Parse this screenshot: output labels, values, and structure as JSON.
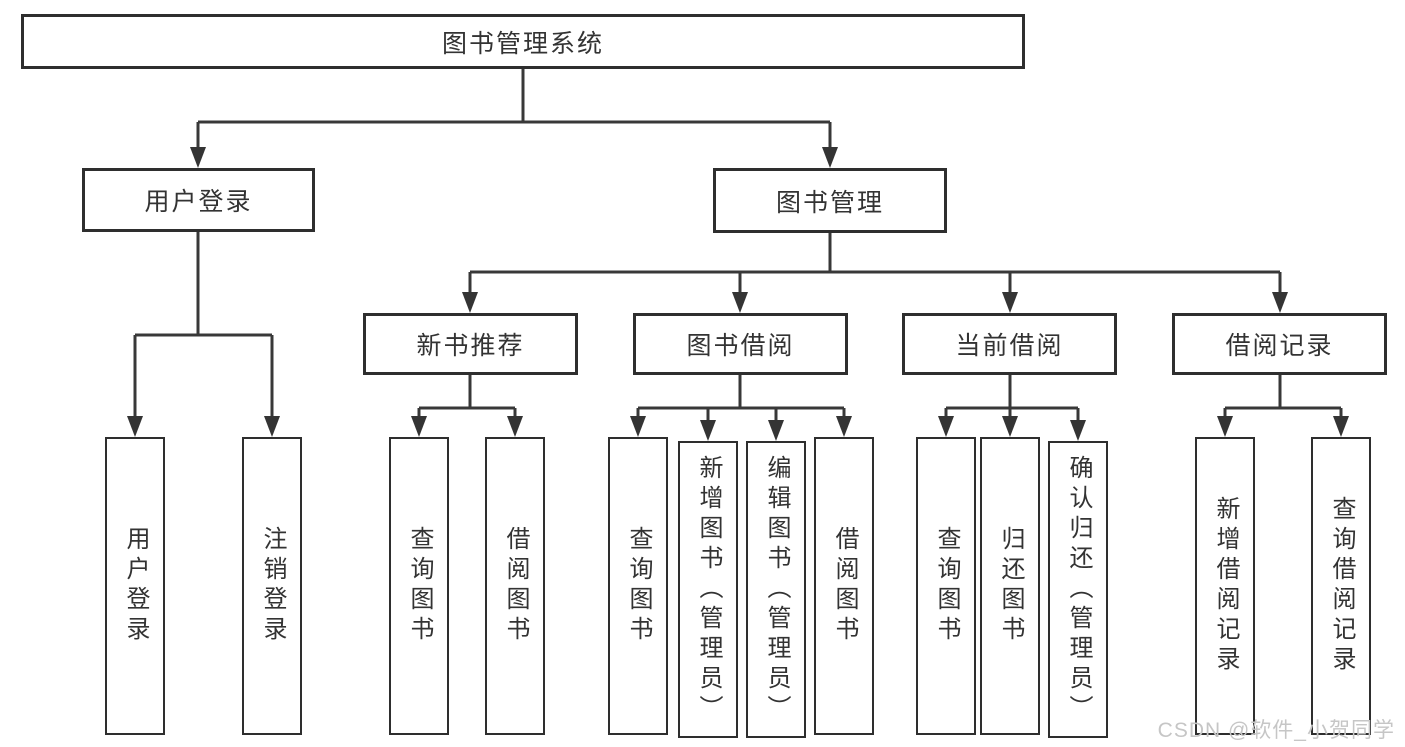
{
  "diagram": {
    "watermark": "CSDN @软件_小贺同学",
    "colors": {
      "background": "#ffffff",
      "line": "#383838",
      "box_border": "#2e2e2e",
      "text": "#333333",
      "watermark": "#c6c6c6"
    },
    "tree": {
      "label": "图书管理系统",
      "children": [
        {
          "label": "用户登录",
          "children": [
            {
              "label": "用户登录"
            },
            {
              "label": "注销登录"
            }
          ]
        },
        {
          "label": "图书管理",
          "children": [
            {
              "label": "新书推荐",
              "children": [
                {
                  "label": "查询图书"
                },
                {
                  "label": "借阅图书"
                }
              ]
            },
            {
              "label": "图书借阅",
              "children": [
                {
                  "label": "查询图书"
                },
                {
                  "label": "新增图书（管理员）"
                },
                {
                  "label": "编辑图书（管理员）"
                },
                {
                  "label": "借阅图书"
                }
              ]
            },
            {
              "label": "当前借阅",
              "children": [
                {
                  "label": "查询图书"
                },
                {
                  "label": "归还图书"
                },
                {
                  "label": "确认归还（管理员）"
                }
              ]
            },
            {
              "label": "借阅记录",
              "children": [
                {
                  "label": "新增借阅记录"
                },
                {
                  "label": "查询借阅记录"
                }
              ]
            }
          ]
        }
      ]
    }
  }
}
